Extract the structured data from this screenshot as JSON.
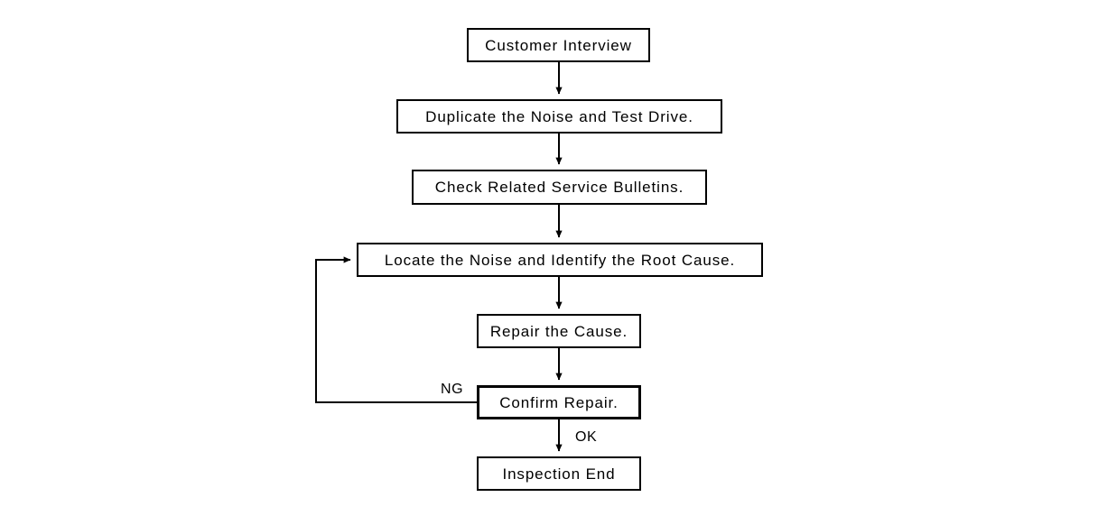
{
  "diagram": {
    "type": "flowchart",
    "orientation": "top-to-bottom",
    "background_color": "#ffffff",
    "line_color": "#000000",
    "nodes": [
      {
        "id": "customer-interview",
        "label": "Customer Interview",
        "shape": "rectangle",
        "emphasis": false
      },
      {
        "id": "duplicate-noise",
        "label": "Duplicate the Noise and Test Drive.",
        "shape": "rectangle",
        "emphasis": false
      },
      {
        "id": "check-bulletins",
        "label": "Check Related Service Bulletins.",
        "shape": "rectangle",
        "emphasis": false
      },
      {
        "id": "locate-noise",
        "label": "Locate the Noise and Identify the Root Cause.",
        "shape": "rectangle",
        "emphasis": false
      },
      {
        "id": "repair-cause",
        "label": "Repair the Cause.",
        "shape": "rectangle",
        "emphasis": false
      },
      {
        "id": "confirm-repair",
        "label": "Confirm Repair.",
        "shape": "rectangle",
        "emphasis": true
      },
      {
        "id": "inspection-end",
        "label": "Inspection End",
        "shape": "rectangle",
        "emphasis": false
      }
    ],
    "edge_labels": {
      "ng": "NG",
      "ok": "OK"
    },
    "edges": [
      {
        "from": "customer-interview",
        "to": "duplicate-noise",
        "label": ""
      },
      {
        "from": "duplicate-noise",
        "to": "check-bulletins",
        "label": ""
      },
      {
        "from": "check-bulletins",
        "to": "locate-noise",
        "label": ""
      },
      {
        "from": "locate-noise",
        "to": "repair-cause",
        "label": ""
      },
      {
        "from": "repair-cause",
        "to": "confirm-repair",
        "label": ""
      },
      {
        "from": "confirm-repair",
        "to": "locate-noise",
        "label": "NG"
      },
      {
        "from": "confirm-repair",
        "to": "inspection-end",
        "label": "OK"
      }
    ]
  }
}
